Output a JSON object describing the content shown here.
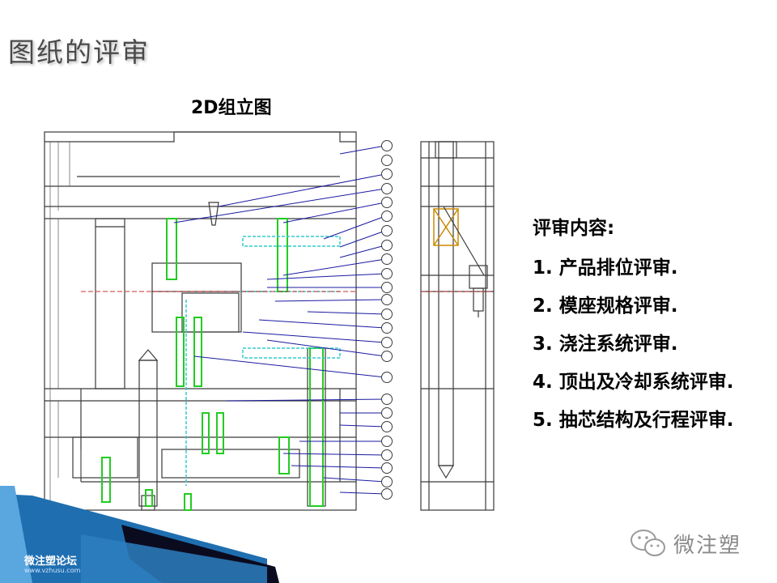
{
  "slide": {
    "title": "图纸的评审",
    "subtitle": "2D组立图"
  },
  "review": {
    "heading": "评审内容:",
    "items": [
      "1. 产品排位评审.",
      "2. 模座规格评审.",
      "3. 浇注系统评审.",
      "4. 顶出及冷却系统评审.",
      "5. 抽芯结构及行程评审."
    ]
  },
  "footer": {
    "forum_name": "微注塑论坛",
    "forum_url": "www.vzhusu.com",
    "wechat_label": "微注塑"
  },
  "colors": {
    "drawing_line": "#3a3a3a",
    "leader_line": "#1a1aa0",
    "pin_green": "#22cc22",
    "cyan": "#33cccc",
    "accent_blue": "#1f6fb0",
    "dark_stripe": "#0b0b20"
  }
}
